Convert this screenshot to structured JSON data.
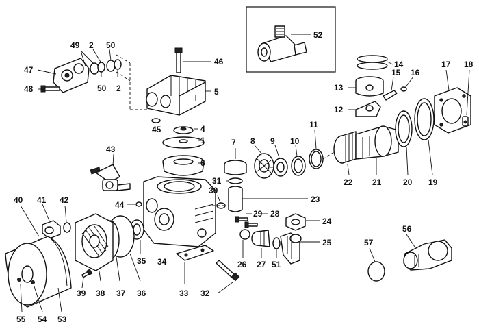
{
  "diagram": {
    "labels": {
      "p1": "1",
      "p2a": "2",
      "p2b": "2",
      "p4": "4",
      "p5": "5",
      "p6": "6",
      "p7": "7",
      "p8": "8",
      "p9": "9",
      "p10": "10",
      "p11": "11",
      "p12": "12",
      "p13": "13",
      "p14": "14",
      "p15": "15",
      "p16": "16",
      "p17": "17",
      "p18": "18",
      "p19": "19",
      "p20": "20",
      "p21": "21",
      "p22": "22",
      "p23": "23",
      "p24": "24",
      "p25": "25",
      "p26": "26",
      "p27": "27",
      "p28": "28",
      "p29": "29",
      "p30": "30",
      "p31": "31",
      "p32": "32",
      "p33": "33",
      "p34": "34",
      "p35": "35",
      "p36": "36",
      "p37": "37",
      "p38": "38",
      "p39": "39",
      "p40": "40",
      "p41": "41",
      "p42": "42",
      "p43": "43",
      "p44": "44",
      "p45": "45",
      "p46": "46",
      "p47": "47",
      "p48": "48",
      "p49": "49",
      "p50a": "50",
      "p50b": "50",
      "p51": "51",
      "p52": "52",
      "p53": "53",
      "p54": "54",
      "p55": "55",
      "p56": "56",
      "p57": "57"
    }
  }
}
